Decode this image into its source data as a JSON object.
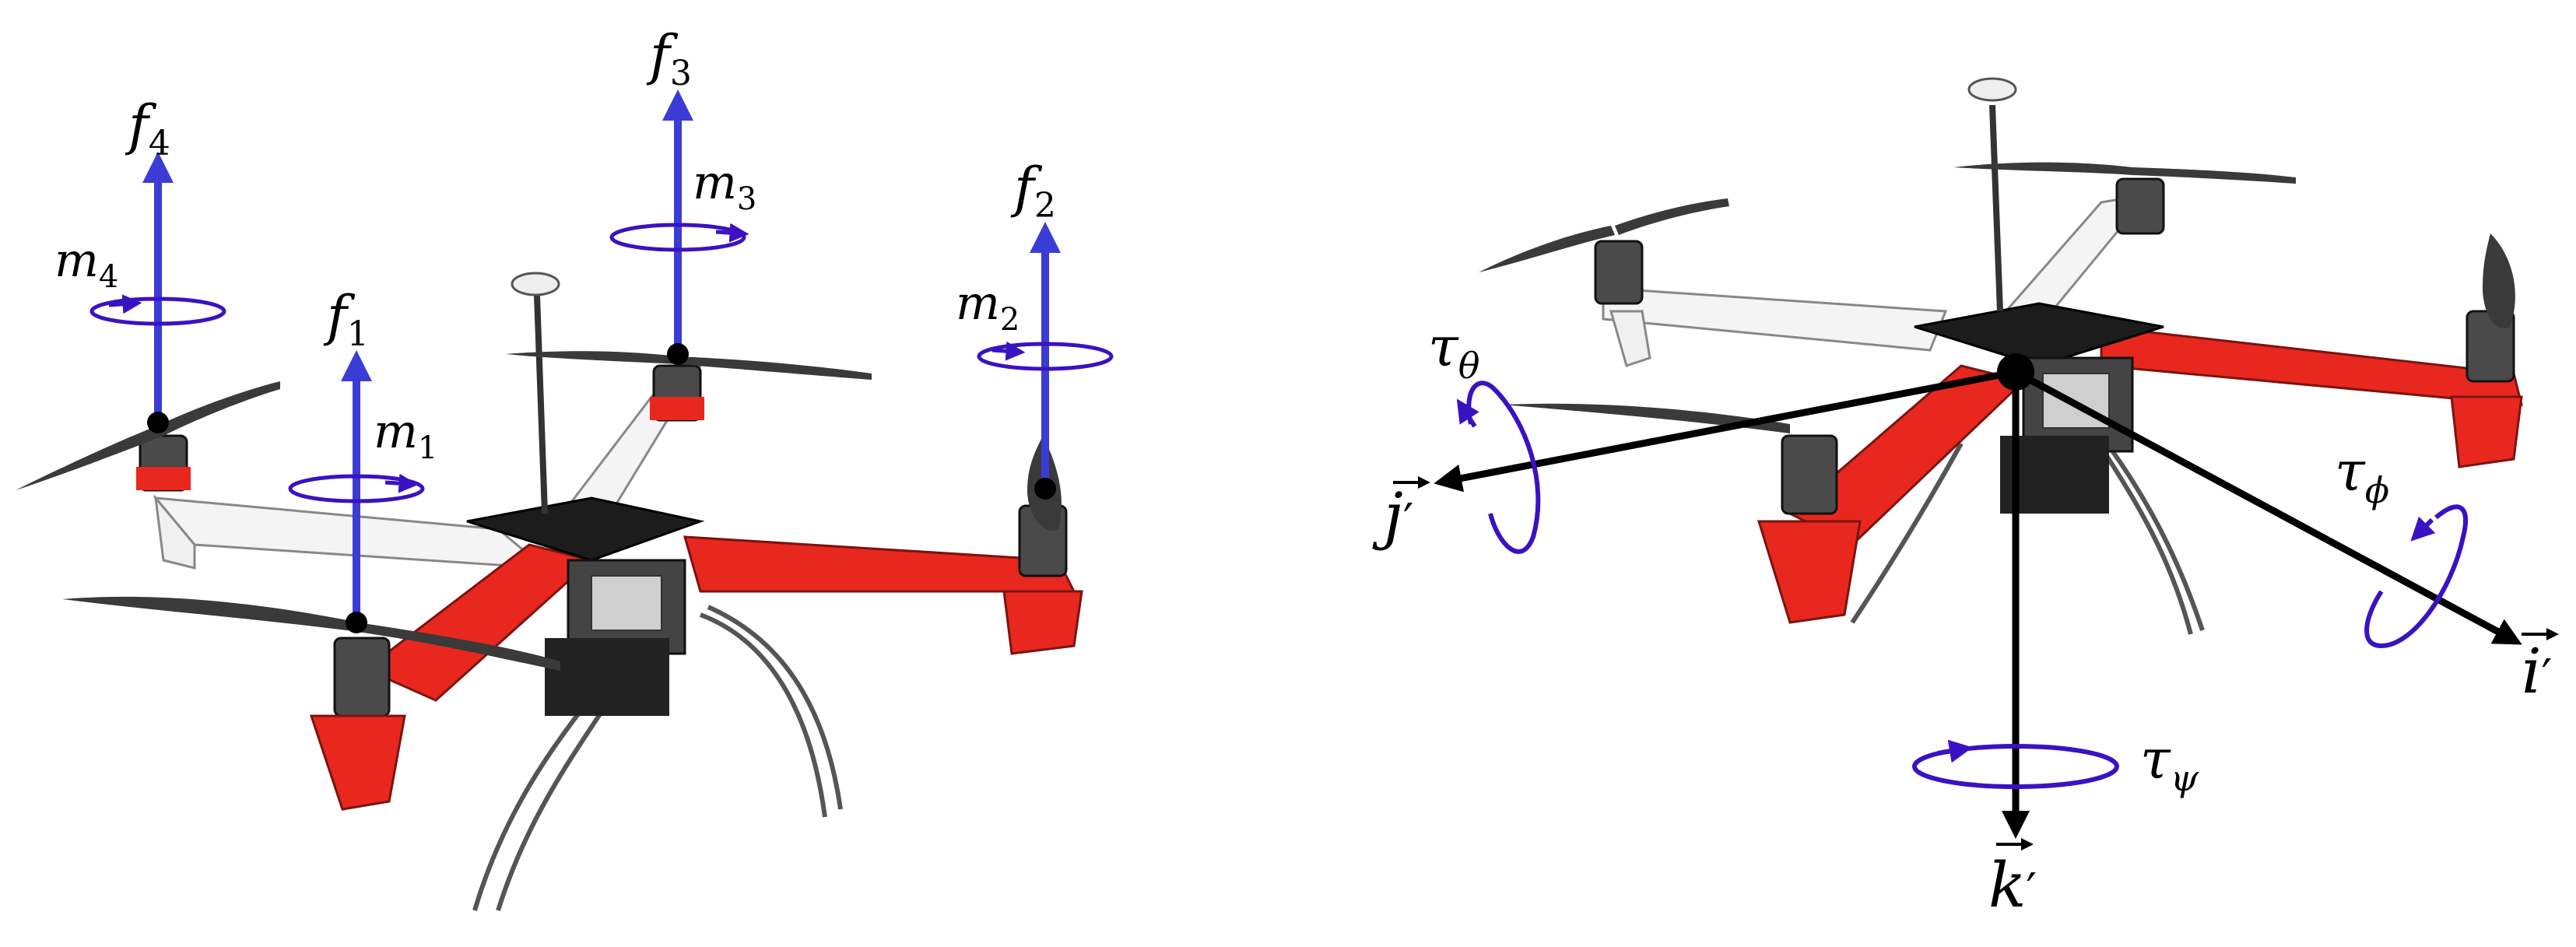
{
  "colors": {
    "force_arrow": "#3b3bd6",
    "moment_loop": "#3a12c2",
    "torque_loop": "#3a12c2",
    "axis_arrow": "#000000",
    "frame_red": "#e8271f",
    "frame_white": "#f2f2f2",
    "propeller": "#3a3a3a",
    "motor": "#4a4a4a"
  },
  "left_diagram": {
    "forces": [
      {
        "base": "f",
        "sub": "1"
      },
      {
        "base": "f",
        "sub": "2"
      },
      {
        "base": "f",
        "sub": "3"
      },
      {
        "base": "f",
        "sub": "4"
      }
    ],
    "moments": [
      {
        "base": "m",
        "sub": "1"
      },
      {
        "base": "m",
        "sub": "2"
      },
      {
        "base": "m",
        "sub": "3"
      },
      {
        "base": "m",
        "sub": "4"
      }
    ]
  },
  "right_diagram": {
    "axes": [
      {
        "name": "i",
        "prime": "′"
      },
      {
        "name": "j",
        "prime": "′"
      },
      {
        "name": "k",
        "prime": "′"
      }
    ],
    "torques": [
      {
        "base": "τ",
        "sub": "θ"
      },
      {
        "base": "τ",
        "sub": "ϕ"
      },
      {
        "base": "τ",
        "sub": "ψ"
      }
    ]
  }
}
